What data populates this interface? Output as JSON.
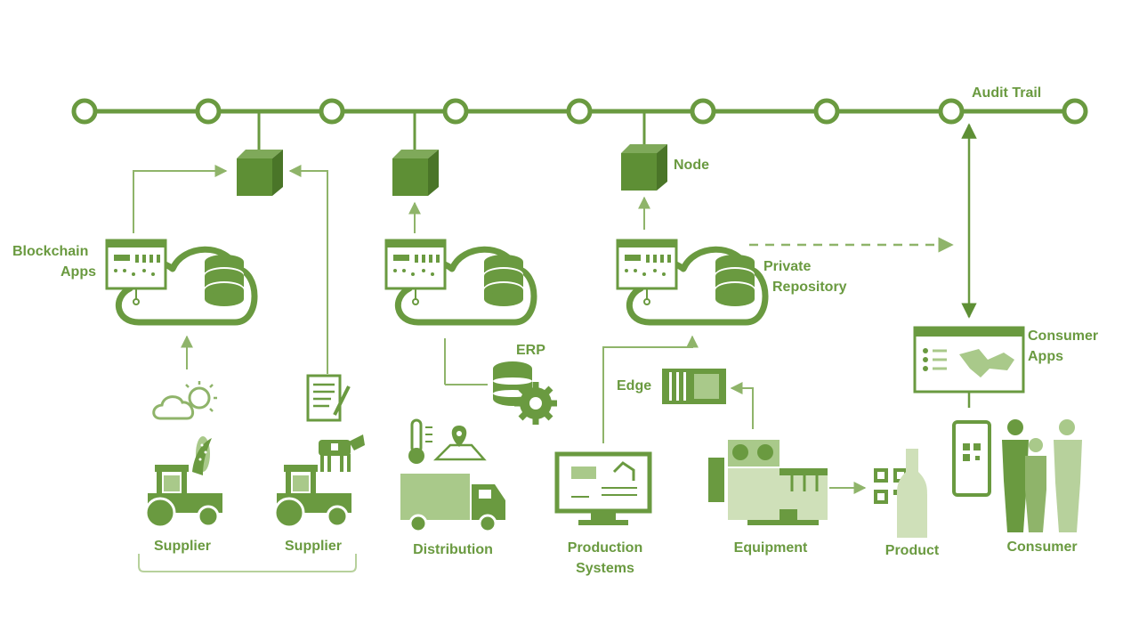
{
  "colors": {
    "primary": "#5e8f35",
    "light": "#a9c98a",
    "fill": "#e6efda",
    "label": "#6a9a40"
  },
  "labels": {
    "audit_trail": "Audit Trail",
    "node": "Node",
    "blockchain_apps_line1": "Blockchain",
    "blockchain_apps_line2": "Apps",
    "erp": "ERP",
    "edge": "Edge",
    "private_repository_line1": "Private",
    "private_repository_line2": "Repository",
    "consumer_apps_line1": "Consumer",
    "consumer_apps_line2": "Apps",
    "supplier_1": "Supplier",
    "supplier_2": "Supplier",
    "distribution": "Distribution",
    "production_systems_line1": "Production",
    "production_systems_line2": "Systems",
    "equipment": "Equipment",
    "product": "Product",
    "consumer": "Consumer"
  },
  "icons": [
    "blockchain-node-icon",
    "cloud-icon",
    "database-icon",
    "dashboard-icon",
    "weather-icon",
    "corn-icon",
    "tractor-icon",
    "cow-icon",
    "document-icon",
    "thermometer-icon",
    "map-pin-icon",
    "truck-icon",
    "gear-icon",
    "monitor-icon",
    "robot-arm-icon",
    "edge-device-icon",
    "machine-icon",
    "qr-code-icon",
    "bottle-icon",
    "smartphone-icon",
    "world-map-icon",
    "people-icon"
  ]
}
